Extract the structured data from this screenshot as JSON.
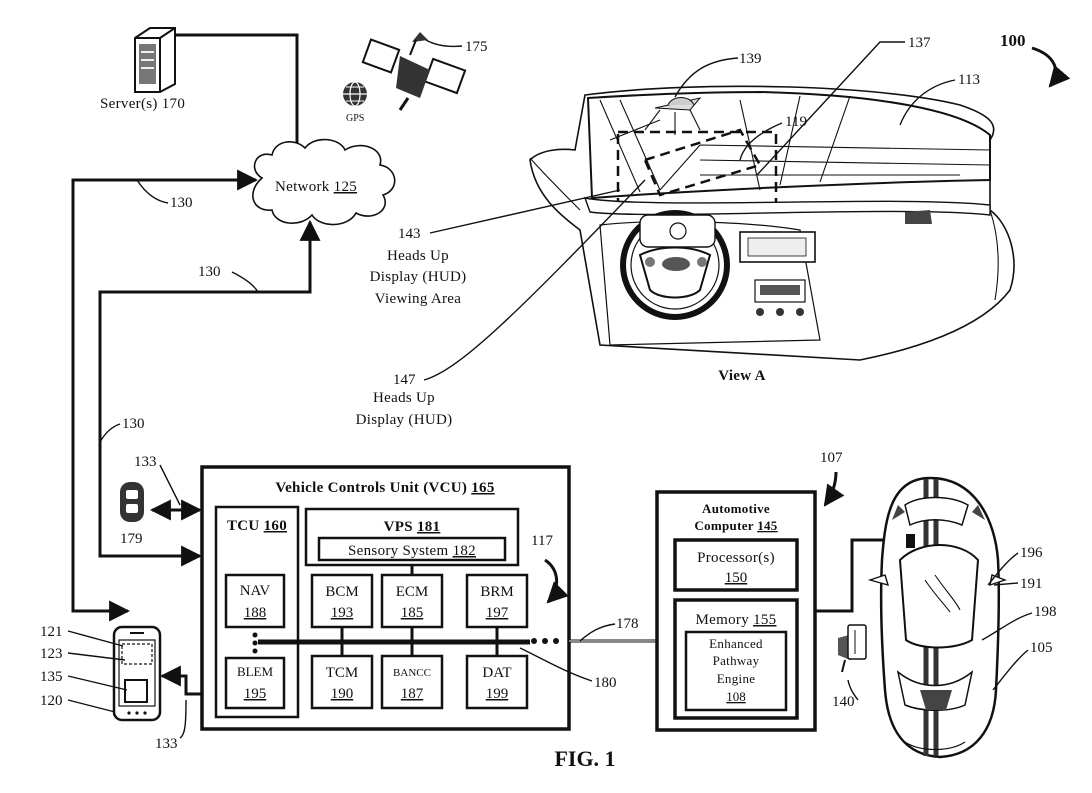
{
  "figure": {
    "label": "FIG. 1",
    "ref_system": "100"
  },
  "server": {
    "label": "Server(s) 170"
  },
  "satellite": {
    "ref": "175",
    "gps_label": "GPS"
  },
  "network": {
    "label": "Network",
    "ref": "125"
  },
  "links": {
    "ref_130": "130",
    "ref_133": "133",
    "ref_178": "178",
    "ref_180": "180",
    "ref_117": "117"
  },
  "key_fob": {
    "ref": "179"
  },
  "mobile": {
    "ref_121": "121",
    "ref_123": "123",
    "ref_135": "135",
    "ref_120": "120"
  },
  "view_a": {
    "title": "View A",
    "refs": {
      "r139": "139",
      "r137": "137",
      "r113": "113",
      "r119": "119",
      "r143": "143",
      "r147": "147"
    },
    "hud_area_lines": [
      "Heads Up",
      "Display (HUD)",
      "Viewing Area"
    ],
    "hud_lines": [
      "Heads Up",
      "Display (HUD)"
    ]
  },
  "vcu": {
    "title": "Vehicle Controls Unit (VCU)",
    "ref": "165",
    "tcu": {
      "label": "TCU",
      "ref": "160"
    },
    "nav": {
      "label": "NAV",
      "ref": "188"
    },
    "blem": {
      "label": "BLEM",
      "ref": "195"
    },
    "vps": {
      "label": "VPS",
      "ref": "181"
    },
    "sensory": {
      "label": "Sensory System",
      "ref": "182"
    },
    "bcm": {
      "label": "BCM",
      "ref": "193"
    },
    "ecm": {
      "label": "ECM",
      "ref": "185"
    },
    "brm": {
      "label": "BRM",
      "ref": "197"
    },
    "tcm": {
      "label": "TCM",
      "ref": "190"
    },
    "bancc": {
      "label": "BANCC",
      "ref": "187"
    },
    "dat": {
      "label": "DAT",
      "ref": "199"
    }
  },
  "computer": {
    "ref_107": "107",
    "title_lines": [
      "Automotive",
      "Computer"
    ],
    "ref": "145",
    "processor": {
      "label": "Processor(s)",
      "ref": "150"
    },
    "memory": {
      "label": "Memory",
      "ref": "155"
    },
    "engine": {
      "lines": [
        "Enhanced",
        "Pathway",
        "Engine"
      ],
      "ref": "108"
    }
  },
  "vehicle": {
    "ref_196": "196",
    "ref_191": "191",
    "ref_198": "198",
    "ref_105": "105",
    "ref_140": "140"
  }
}
